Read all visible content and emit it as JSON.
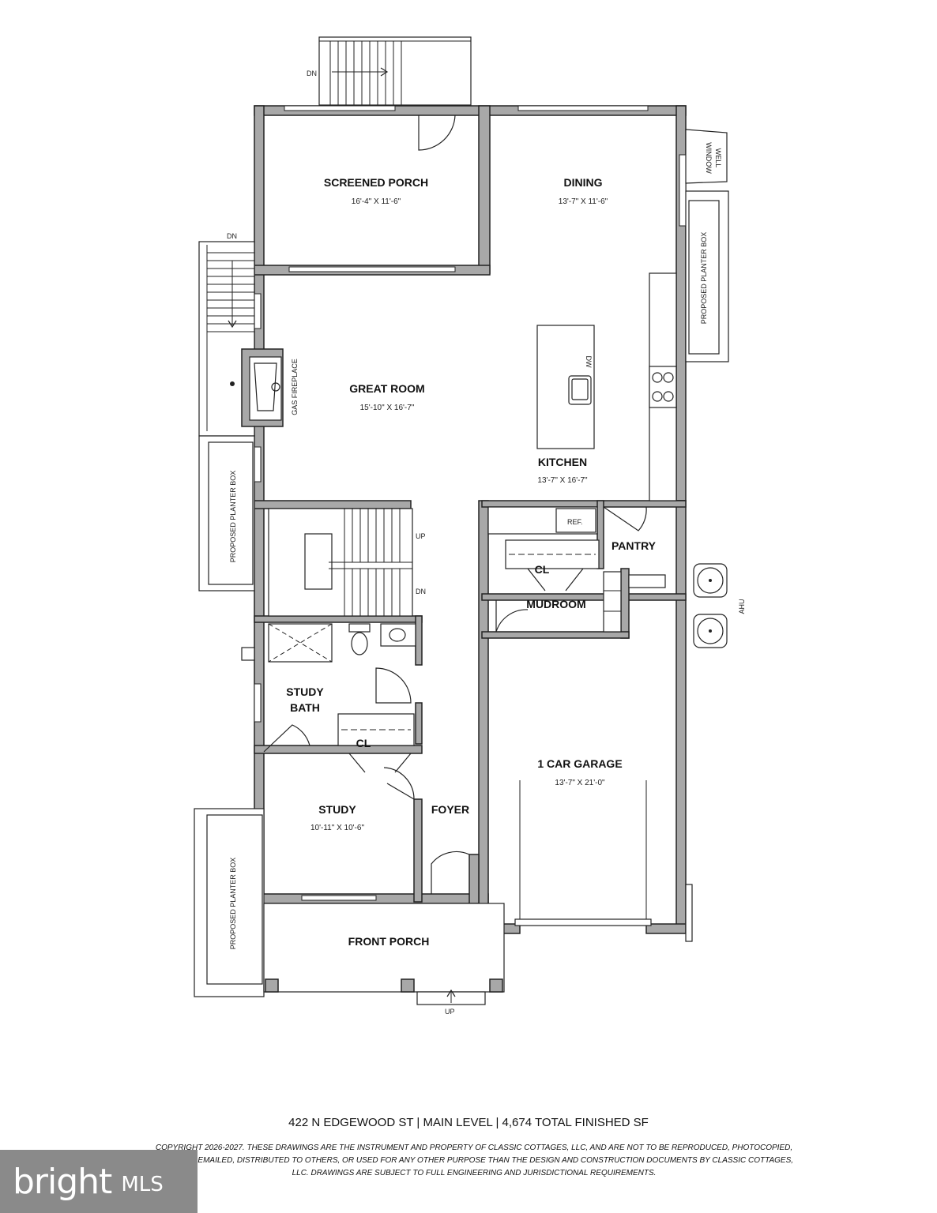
{
  "rooms": {
    "screened_porch": {
      "name": "SCREENED PORCH",
      "size": "16'-4\" X 11'-6\""
    },
    "dining": {
      "name": "DINING",
      "size": "13'-7\" X 11'-6\""
    },
    "great_room": {
      "name": "GREAT ROOM",
      "size": "15'-10\" X 16'-7\""
    },
    "kitchen": {
      "name": "KITCHEN",
      "size": "13'-7\" X 16'-7\""
    },
    "pantry": {
      "name": "PANTRY"
    },
    "mudroom": {
      "name": "MUDROOM"
    },
    "study_bath": {
      "name_line1": "STUDY",
      "name_line2": "BATH"
    },
    "study": {
      "name": "STUDY",
      "size": "10'-11\" X 10'-6\""
    },
    "foyer": {
      "name": "FOYER"
    },
    "garage": {
      "name": "1 CAR GARAGE",
      "size": "13'-7\" X 21'-0\""
    },
    "front_porch": {
      "name": "FRONT PORCH"
    }
  },
  "labels": {
    "dn_top": "DN",
    "dn_left": "DN",
    "window_well_1": "WINDOW",
    "window_well_2": "WELL",
    "planter_right": "PROPOSED PLANTER BOX",
    "planter_left": "PROPOSED PLANTER BOX",
    "planter_bottom": "PROPOSED PLANTER BOX",
    "gas_fireplace": "GAS FIREPLACE",
    "dw": "DW",
    "ref": "REF.",
    "cl_mud": "CL",
    "cl_foyer": "CL",
    "stair_up": "UP",
    "stair_dn": "DN",
    "porch_up": "UP",
    "ahu": "AHU"
  },
  "caption": "422 N EDGEWOOD ST | MAIN LEVEL | 4,674 TOTAL FINISHED SF",
  "copyright": "COPYRIGHT 2026-2027. THESE DRAWINGS ARE THE INSTRUMENT AND PROPERTY OF CLASSIC COTTAGES, LLC, AND ARE NOT TO BE REPRODUCED, PHOTOCOPIED, SCANNED, EMAILED, DISTRIBUTED TO OTHERS, OR USED FOR ANY OTHER PURPOSE THAN THE DESIGN AND CONSTRUCTION DOCUMENTS BY CLASSIC COTTAGES, LLC. DRAWINGS ARE SUBJECT TO FULL ENGINEERING AND JURISDICTIONAL REQUIREMENTS.",
  "logo": {
    "brand": "bright",
    "suffix": "MLS"
  }
}
